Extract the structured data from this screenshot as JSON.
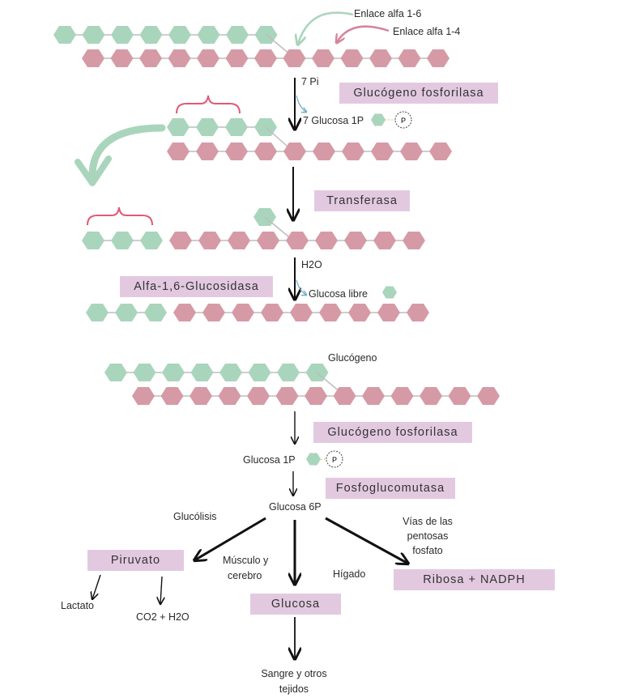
{
  "colors": {
    "green_glucose": "#a9d5bc",
    "pink_glucose": "#d69aa6",
    "connector_line": "#bdbdbd",
    "enzyme_box": "#e2c9e0",
    "curved_arrow_green": "#a9d5bc",
    "curved_arrow_pink": "#d6849a",
    "brace": "#e05a76",
    "arrow": "#111111"
  },
  "top_section": {
    "enlace_alfa_16": "Enlace alfa 1-6",
    "enlace_alfa_14": "Enlace alfa 1-4",
    "pi_label": "7 Pi",
    "glucosa_1p_label": "7 Glucosa 1P",
    "phosphate_symbol": "P",
    "h2o_label": "H2O",
    "glucosa_libre_label": "Glucosa libre"
  },
  "enzymes_top": {
    "glucogeno_fosforilasa": "Glucógeno fosforilasa",
    "transferasa": "Transferasa",
    "alfa_glucosidasa": "Alfa-1,6-Glucosidasa"
  },
  "bottom_section": {
    "glucogeno_label": "Glucógeno",
    "glucogeno_fosforilasa": "Glucógeno fosforilasa",
    "glucosa_1p": "Glucosa 1P",
    "phosphate_symbol": "P",
    "fosfoglucomutasa": "Fosfoglucomutasa",
    "glucosa_6p": "Glucosa 6P",
    "glucolisis": "Glucólisis",
    "piruvato": "Piruvato",
    "musculo_y": "Músculo y",
    "cerebro": "cerebro",
    "lactato": "Lactato",
    "co2_h2o": "CO2 + H2O",
    "glucosa": "Glucosa",
    "sangre": "Sangre y otros",
    "tejidos": "tejidos",
    "higado": "Hígado",
    "vias_line1": "Vías de las",
    "vias_line2": "pentosas",
    "vias_line3": "fosfato",
    "ribosa_nadph": "Ribosa + NADPH"
  }
}
